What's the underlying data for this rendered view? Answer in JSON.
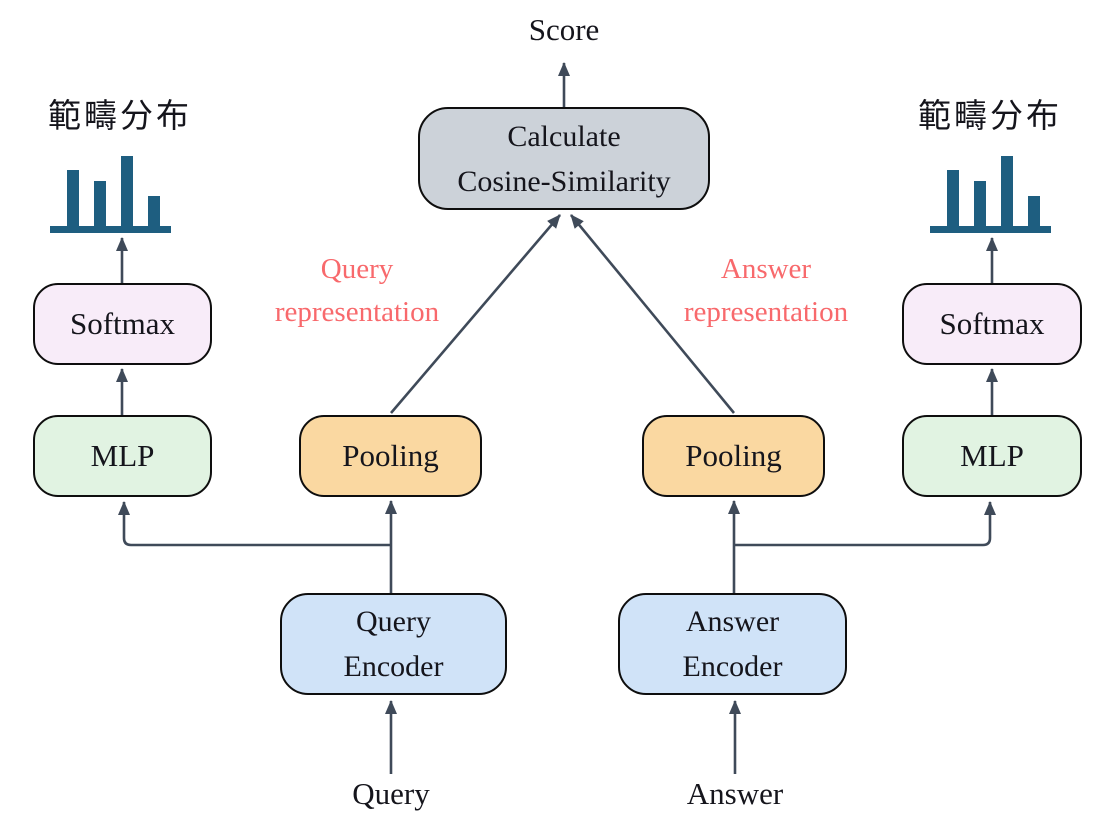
{
  "colors": {
    "center_box_fill": "#ccd2d9",
    "softmax_fill": "#f8ecf9",
    "mlp_fill": "#e1f3e2",
    "pooling_fill": "#fad8a1",
    "encoder_fill": "#d0e3f8",
    "bar_color": "#1e5e80",
    "arrow_color": "#3f4a59",
    "representation_text": "#f8696c",
    "box_border": "#0e0e0e"
  },
  "score_label": "Score",
  "center_box": {
    "line1": "Calculate",
    "line2": "Cosine-Similarity"
  },
  "left_branch": {
    "distribution_label": "範疇分布",
    "softmax": "Softmax",
    "mlp": "MLP",
    "pooling": "Pooling",
    "representation": {
      "line1": "Query",
      "line2": "representation"
    },
    "encoder": {
      "line1": "Query",
      "line2": "Encoder"
    },
    "input": "Query"
  },
  "right_branch": {
    "distribution_label": "範疇分布",
    "softmax": "Softmax",
    "mlp": "MLP",
    "pooling": "Pooling",
    "representation": {
      "line1": "Answer",
      "line2": "representation"
    },
    "encoder": {
      "line1": "Answer",
      "line2": "Encoder"
    },
    "input": "Answer"
  },
  "bar_chart_icon": {
    "bar_heights": [
      57,
      46,
      71,
      31
    ],
    "bar_offsets": [
      17,
      44,
      71,
      98
    ]
  }
}
